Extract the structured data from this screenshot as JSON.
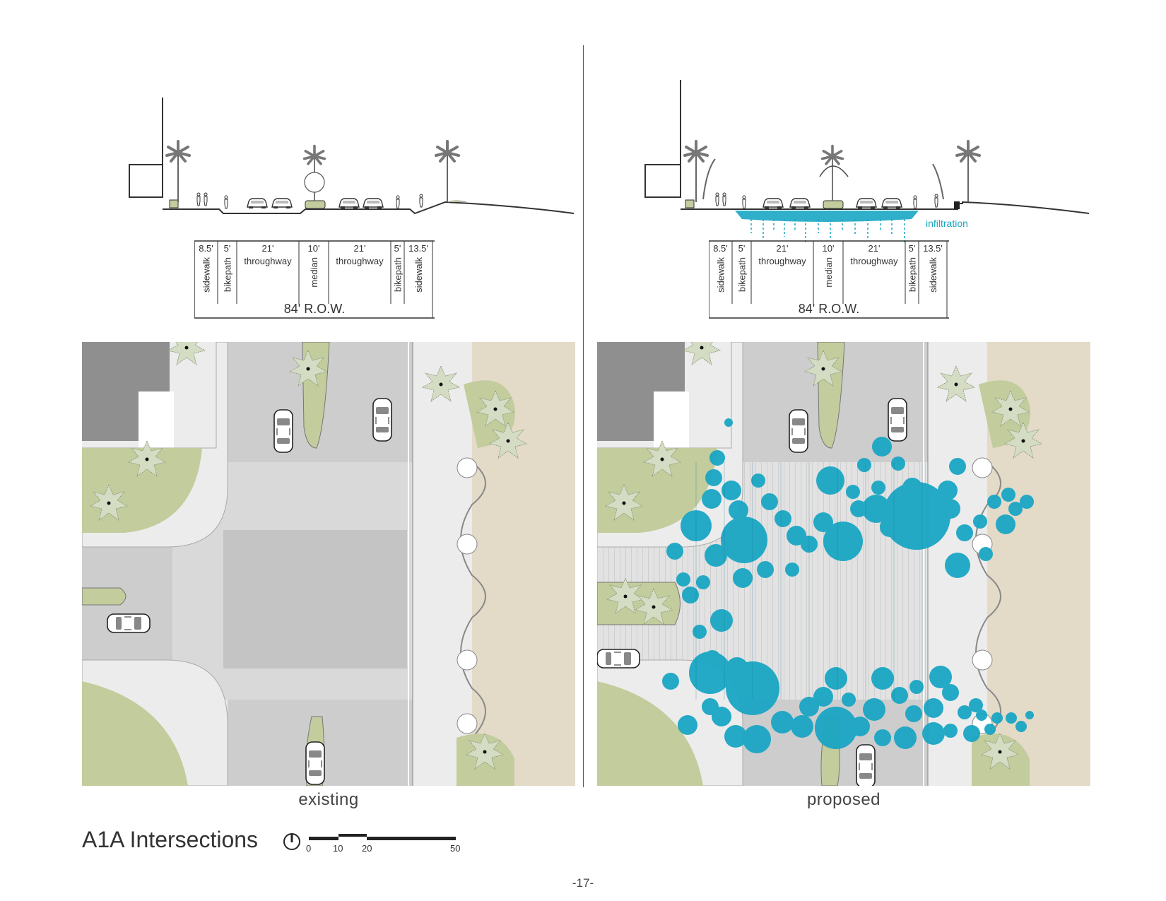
{
  "panels": {
    "existing": {
      "caption": "existing",
      "section": {
        "widths": [
          "8.5'",
          "5'",
          "21'",
          "10'",
          "21'",
          "5'",
          "13.5'"
        ],
        "zones": [
          "sidewalk",
          "bikepath",
          "throughway",
          "median",
          "throughway",
          "bikepath",
          "sidewalk"
        ],
        "row": "84' R.O.W."
      }
    },
    "proposed": {
      "caption": "proposed",
      "infiltration_label": "infiltration",
      "section": {
        "widths": [
          "8.5'",
          "5'",
          "21'",
          "10'",
          "21'",
          "5'",
          "13.5'"
        ],
        "zones": [
          "sidewalk",
          "bikepath",
          "throughway",
          "median",
          "throughway",
          "bikepath",
          "sidewalk"
        ],
        "row": "84' R.O.W."
      }
    }
  },
  "title": "A1A Intersections",
  "scale": {
    "ticks": [
      "0",
      "10",
      "20",
      "50"
    ],
    "icon": "north-arrow-icon"
  },
  "page_number": "-17-",
  "colors": {
    "water": "#1aa6c4",
    "vegetation": "#c2cc9c",
    "sand": "#e3dac8",
    "building": "#8f8f8f",
    "road": "#cdcdcd",
    "sidewalk": "#ececec"
  }
}
